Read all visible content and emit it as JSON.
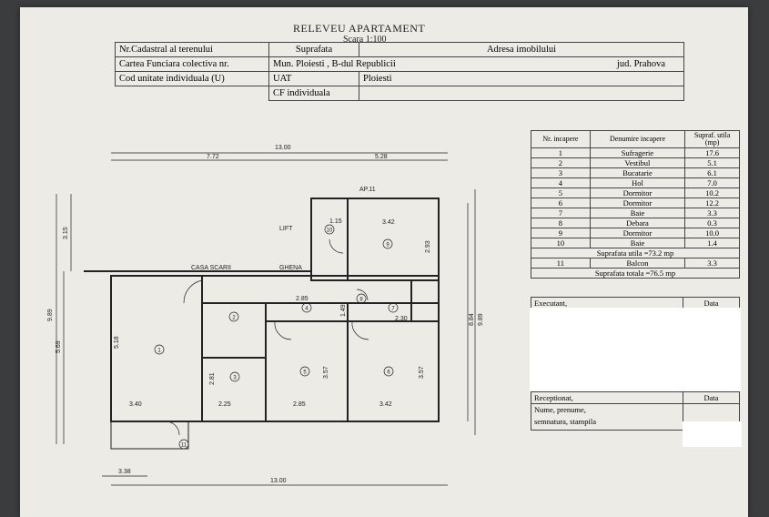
{
  "document": {
    "title": "RELEVEU APARTAMENT",
    "scale": "Scara 1:100"
  },
  "header_table": {
    "nr_cadastral_label": "Nr.Cadastral al terenului",
    "suprafata_label": "Suprafata",
    "adresa_label": "Adresa imobilului",
    "carte_funciara_label": "Cartea Funciara colectiva nr.",
    "address_value": "Mun. Ploiesti , B-dul Republicii",
    "county_value": "jud. Prahova",
    "cod_unitate_label": "Cod unitate individuala (U)",
    "uat_label": "UAT",
    "uat_value": "Ploiesti",
    "cf_label": "CF individuala"
  },
  "rooms_table": {
    "col_nr": "Nr. incapere",
    "col_name": "Denumire incapere",
    "col_area": "Supraf. utila (mp)",
    "rows": [
      {
        "nr": "1",
        "name": "Sufragerie",
        "area": "17.6"
      },
      {
        "nr": "2",
        "name": "Vestibul",
        "area": "5.1"
      },
      {
        "nr": "3",
        "name": "Bucatarie",
        "area": "6.1"
      },
      {
        "nr": "4",
        "name": "Hol",
        "area": "7.0"
      },
      {
        "nr": "5",
        "name": "Dormitor",
        "area": "10.2"
      },
      {
        "nr": "6",
        "name": "Dormitor",
        "area": "12.2"
      },
      {
        "nr": "7",
        "name": "Baie",
        "area": "3.3"
      },
      {
        "nr": "8",
        "name": "Debara",
        "area": "0.3"
      },
      {
        "nr": "9",
        "name": "Dormitor",
        "area": "10.0"
      },
      {
        "nr": "10",
        "name": "Baie",
        "area": "1.4"
      }
    ],
    "useful_total": "Suprafata utila =73.2 mp",
    "balcony": {
      "nr": "11",
      "name": "Balcon",
      "area": "3.3"
    },
    "grand_total": "Suprafata totala =76.5 mp"
  },
  "signatures": {
    "executant": "Executant,",
    "data1": "Data",
    "receptionat": "Receptionat,",
    "data2": "Data",
    "nume": "Nume, prenume,",
    "semnatura": "semnatura, stampila"
  },
  "plan": {
    "dims": {
      "total_top": "13.00",
      "left_part": "7.72",
      "right_part": "5.28",
      "total_bottom": "13.00",
      "bottom_left": "3.38",
      "h_total": "9.89",
      "h_left": "5.69",
      "h_right": "3.15",
      "r_total": "9.89",
      "r_mid": "8.84",
      "ap": "AP.11"
    },
    "labels": {
      "lift": "LIFT",
      "casa_scarii": "CASA SCARII",
      "ghena": "GHENA"
    },
    "rooms": [
      {
        "num": "1",
        "w": "3.40",
        "h": "5.18"
      },
      {
        "num": "2"
      },
      {
        "num": "3",
        "w": "2.25",
        "h": "2.81"
      },
      {
        "num": "4",
        "w": "2.85",
        "h": "1.49"
      },
      {
        "num": "5",
        "w": "2.85",
        "h": "3.57"
      },
      {
        "num": "6",
        "w": "3.42",
        "h": "3.57"
      },
      {
        "num": "7",
        "w": "2.30"
      },
      {
        "num": "8"
      },
      {
        "num": "9",
        "w": "3.42",
        "h": "2.93"
      },
      {
        "num": "10",
        "w": "1.15"
      },
      {
        "num": "11"
      }
    ]
  }
}
